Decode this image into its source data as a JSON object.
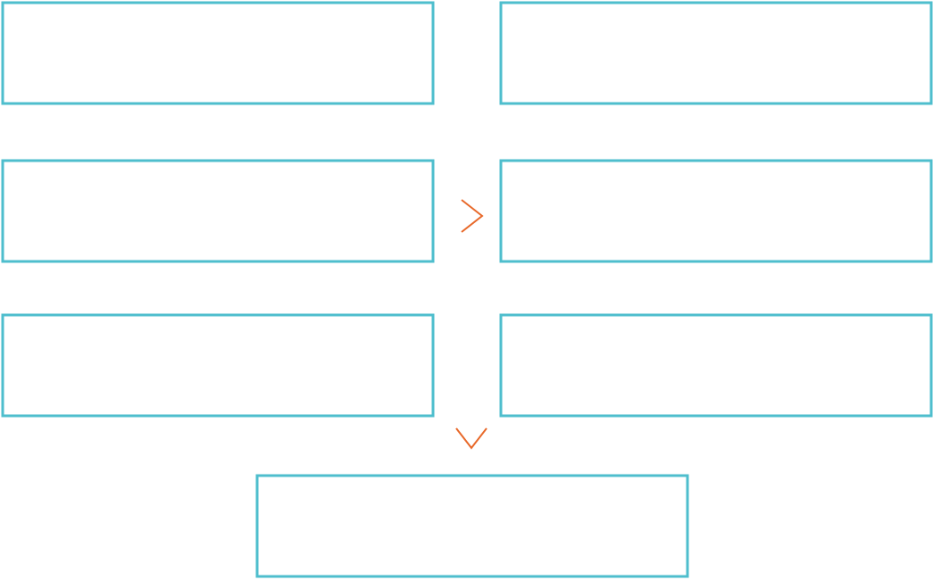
{
  "diagram": {
    "box_color": "#4ebecd",
    "arrow_color": "#e8692a",
    "boxes": [
      {
        "id": "box-left-1",
        "label": ""
      },
      {
        "id": "box-right-1",
        "label": ""
      },
      {
        "id": "box-left-2",
        "label": ""
      },
      {
        "id": "box-right-2",
        "label": ""
      },
      {
        "id": "box-left-3",
        "label": ""
      },
      {
        "id": "box-right-3",
        "label": ""
      },
      {
        "id": "box-bottom",
        "label": ""
      }
    ],
    "arrows": [
      {
        "id": "arrow-right",
        "icon": "chevron-right-icon"
      },
      {
        "id": "arrow-down",
        "icon": "chevron-down-icon"
      }
    ]
  }
}
